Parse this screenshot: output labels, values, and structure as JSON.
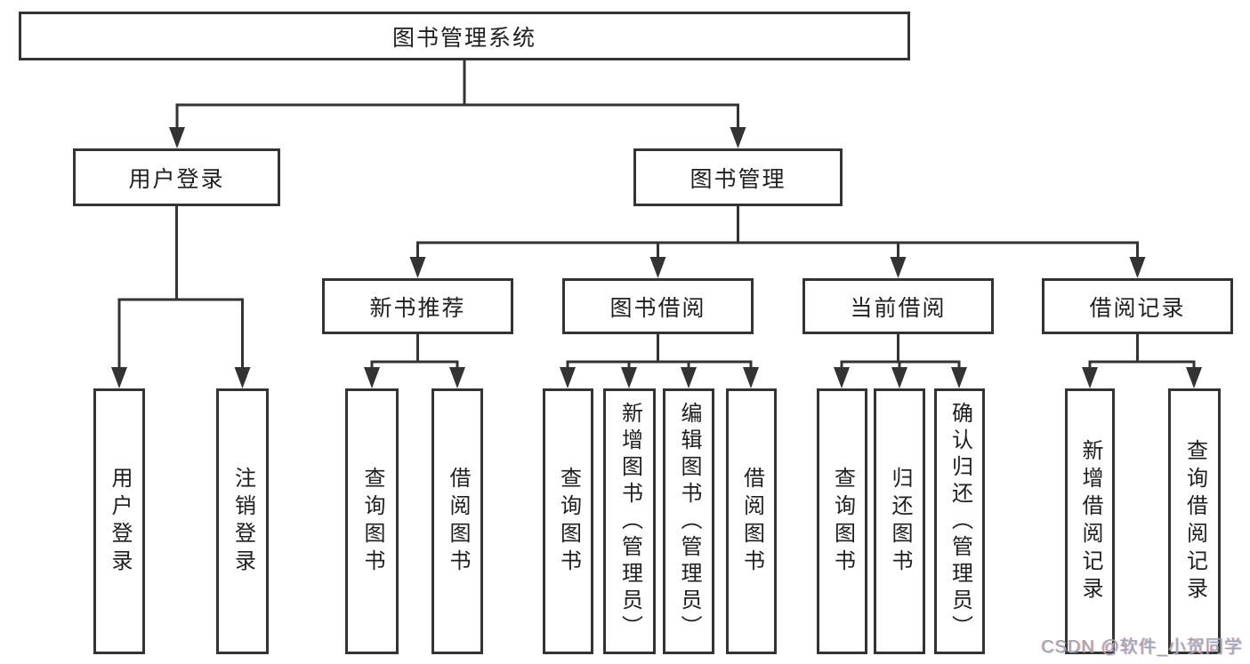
{
  "nodes": {
    "root": "图书管理系统",
    "user_login": "用户登录",
    "book_management": "图书管理",
    "new_book": "新书推荐",
    "book_borrow": "图书借阅",
    "current_borrow": "当前借阅",
    "borrow_record": "借阅记录"
  },
  "leaves": {
    "user": [
      "用户登录",
      "注销登录"
    ],
    "new": [
      "查询图书",
      "借阅图书"
    ],
    "borrow": [
      "查询图书",
      "新增图书（管理员）",
      "编辑图书（管理员）",
      "借阅图书"
    ],
    "current": [
      "查询图书",
      "归还图书",
      "确认归还（管理员）"
    ],
    "record": [
      "新增借阅记录",
      "查询借阅记录"
    ]
  },
  "watermark": {
    "text": "CSDN @软件_小贺同学"
  },
  "colors": {
    "line": "#333333",
    "box_border": "#333333",
    "text": "#1f1f1f",
    "background": "#ffffff",
    "watermark": "#a3a3a3"
  }
}
